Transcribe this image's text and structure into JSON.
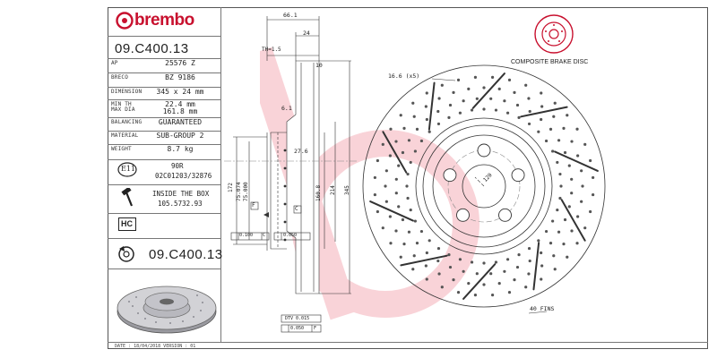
{
  "header": {
    "brand": "brembo",
    "part_number": "09.C400.13"
  },
  "specs": [
    {
      "label": "AP",
      "value": "25576 Z"
    },
    {
      "label": "BRECO",
      "value": "BZ 9186"
    },
    {
      "label": "DIMENSION",
      "value": "345 x 24 mm"
    },
    {
      "label": "MIN TH\nMAX DIA",
      "value": "22.4 mm\n161.8 mm"
    },
    {
      "label": "BALANCING",
      "value": "GUARANTEED"
    },
    {
      "label": "MATERIAL",
      "value": "SUB-GROUP 2"
    },
    {
      "label": "WEIGHT",
      "value": "8.7 kg"
    }
  ],
  "approval": {
    "mark": "E11",
    "code": "90R",
    "number": "02C01203/32876"
  },
  "inside_box": {
    "label": "INSIDE THE BOX",
    "value": "105.5732.93"
  },
  "hc_mark": "HC",
  "footer_part_number": "09.C400.13",
  "footer_date": "DATE : 18/04/2018 VERSION : 01",
  "badge_label": "COMPOSITE BRAKE DISC",
  "section_dims": {
    "overall_width": "66.1",
    "thickness": "24",
    "th_tolerance": "TH=1.5",
    "rib": "10",
    "hub_offset": "6.1",
    "hat_depth": "27.6",
    "bore_172": "172",
    "bore_75_074": "75.074",
    "bore_75_000": "75.000",
    "pcd_160_8": "160.8",
    "dia_214": "214",
    "dia_345": "345",
    "datum_f": "F",
    "datum_c": "C",
    "tol_0100": "0.100",
    "tol_c": "C",
    "tol_0050": "0.050",
    "dtv": "DTV 0.015",
    "flat": "0.050",
    "flat_ref": "F"
  },
  "front_dims": {
    "holes": "16.6 (x5)",
    "pcd": "120",
    "fins": "40 FINS"
  }
}
